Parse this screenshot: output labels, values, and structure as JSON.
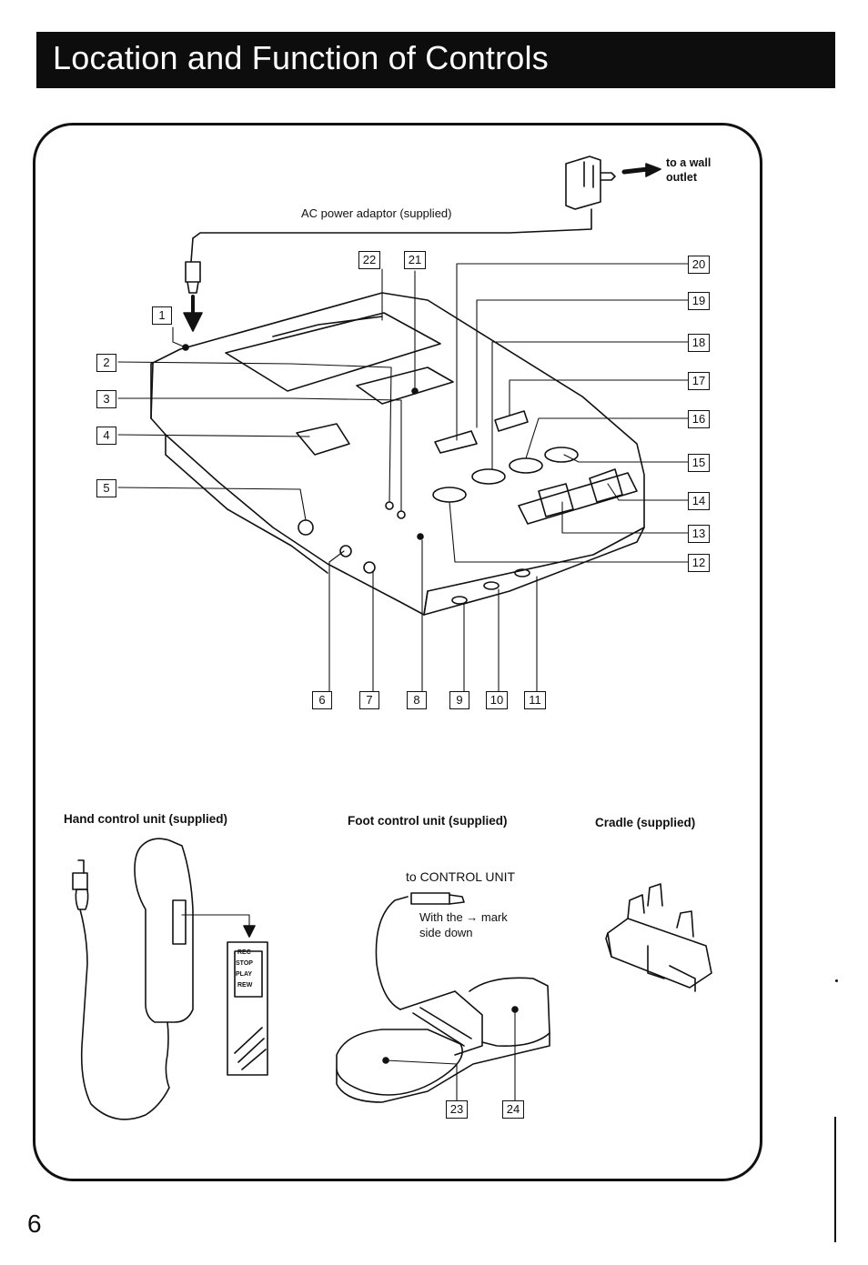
{
  "header": {
    "title": "Location and Function of Controls"
  },
  "page_number": "6",
  "labels": {
    "ac_adaptor": "AC power adaptor (supplied)",
    "wall_outlet_line1": "to a wall",
    "wall_outlet_line2": "outlet",
    "hand_control": "Hand control unit (supplied)",
    "foot_control": "Foot control unit (supplied)",
    "cradle": "Cradle (supplied)",
    "to_control_unit": "to CONTROL UNIT",
    "mark_line1": "With the → mark",
    "mark_line2": "side down"
  },
  "hand_buttons": [
    "REC",
    "STOP",
    "PLAY",
    "REW"
  ],
  "callouts": [
    "1",
    "2",
    "3",
    "4",
    "5",
    "6",
    "7",
    "8",
    "9",
    "10",
    "11",
    "12",
    "13",
    "14",
    "15",
    "16",
    "17",
    "18",
    "19",
    "20",
    "21",
    "22",
    "23",
    "24"
  ]
}
